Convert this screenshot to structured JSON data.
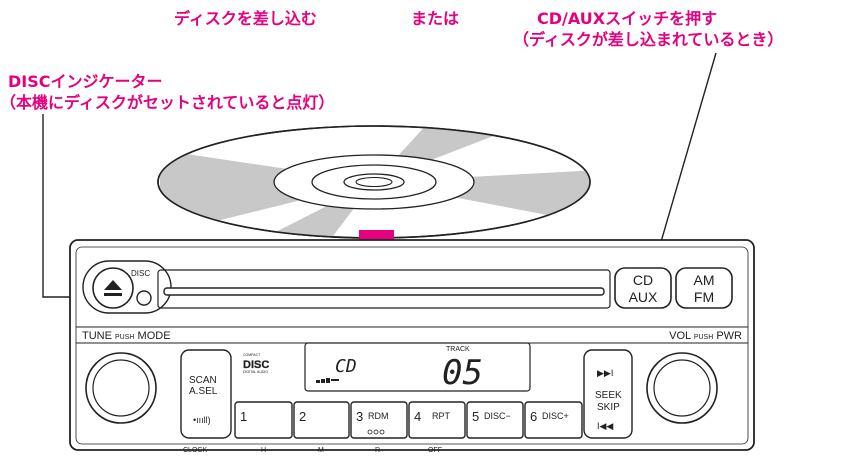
{
  "labels": {
    "insert_disc": "ディスクを差し込む",
    "or": "または",
    "cd_aux_line1": "CD/AUXスイッチを押す",
    "cd_aux_line2": "（ディスクが差し込まれているとき）",
    "disc_ind_line1": "DISCインジケーター",
    "disc_ind_line2": "（本機にディスクがセットされていると点灯）"
  },
  "unit": {
    "disc_label": "DISC",
    "tune_label": "TUNE",
    "tune_push": "PUSH",
    "tune_mode": "MODE",
    "vol_label": "VOL",
    "vol_push": "PUSH",
    "vol_pwr": "PWR",
    "cd_btn_line1": "CD",
    "cd_btn_line2": "AUX",
    "am_btn_line1": "AM",
    "am_btn_line2": "FM",
    "scan_line1": "SCAN",
    "scan_line2": "A.SEL",
    "scan_icon": "•ıııll)",
    "clock": "CLOCK",
    "seek_next_icon": "▶▶I",
    "seek_line1": "SEEK",
    "seek_line2": "SKIP",
    "seek_prev_icon": "I◀◀",
    "display_cd": "CD",
    "display_track_label": "TRACK",
    "display_track": "05",
    "cd_logo_small": "COMPACT",
    "cd_logo_big": "DISC",
    "cd_logo_sub": "DIGITAL AUDIO",
    "presets": [
      {
        "num": "1",
        "text": "",
        "below": "H"
      },
      {
        "num": "2",
        "text": "",
        "below": "M"
      },
      {
        "num": "3",
        "text": "RDM",
        "below": "R"
      },
      {
        "num": "4",
        "text": "RPT",
        "below": "OFF"
      },
      {
        "num": "5",
        "text": "DISC−",
        "below": ""
      },
      {
        "num": "6",
        "text": "DISC+",
        "below": ""
      }
    ]
  },
  "colors": {
    "accent": "#e4007f",
    "disc_gray": "#c8c8c8",
    "line": "#222222"
  }
}
